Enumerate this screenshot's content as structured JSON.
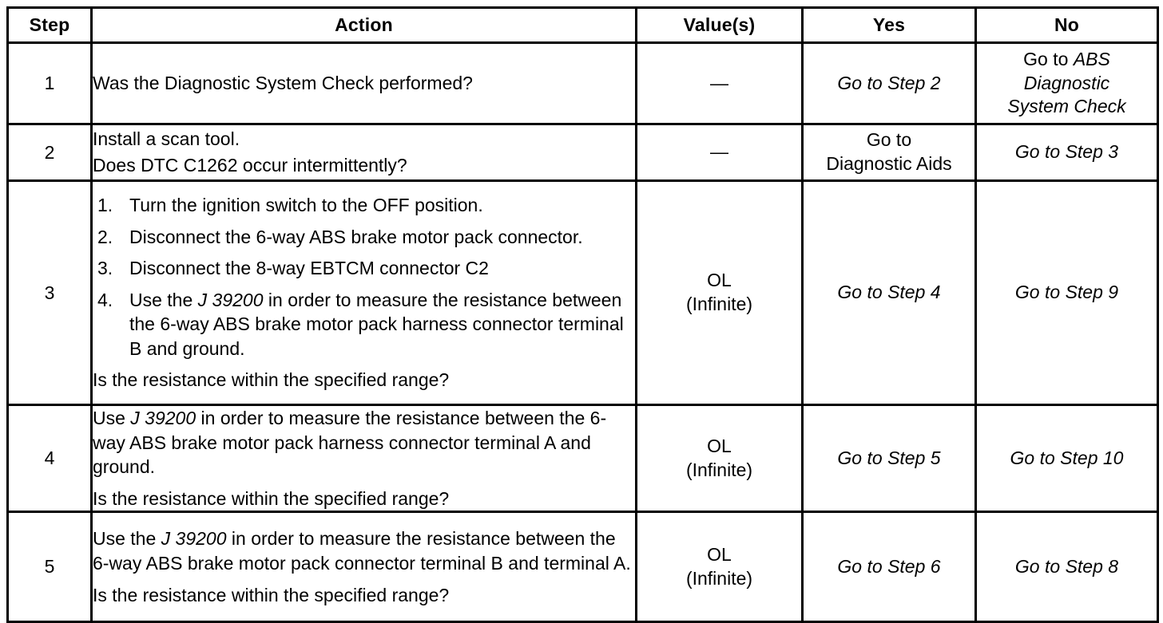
{
  "table": {
    "columns": [
      {
        "key": "step",
        "label": "Step"
      },
      {
        "key": "action",
        "label": "Action"
      },
      {
        "key": "value",
        "label": "Value(s)"
      },
      {
        "key": "yes",
        "label": "Yes"
      },
      {
        "key": "no",
        "label": "No"
      }
    ],
    "rows": [
      {
        "step": "1",
        "action": {
          "lines": [
            "Was the Diagnostic System Check performed?"
          ]
        },
        "value": {
          "lines": [
            "—"
          ]
        },
        "yes": {
          "italic_lines": [
            "Go to Step 2"
          ]
        },
        "no": {
          "lead": "Go to ",
          "italic_lines": [
            "ABS",
            "Diagnostic",
            "System Check"
          ]
        }
      },
      {
        "step": "2",
        "action": {
          "lines": [
            "Install a scan tool.",
            "Does DTC C1262 occur intermittently?"
          ]
        },
        "value": {
          "lines": [
            "—"
          ]
        },
        "yes": {
          "lines": [
            "Go to",
            "Diagnostic Aids"
          ]
        },
        "no": {
          "italic_lines": [
            "Go to Step 3"
          ]
        }
      },
      {
        "step": "3",
        "action": {
          "numbered": [
            {
              "num": "1.",
              "text": "Turn the ignition switch to the OFF position."
            },
            {
              "num": "2.",
              "text": "Disconnect the 6-way ABS brake motor pack connector."
            },
            {
              "num": "3.",
              "text": "Disconnect the 8-way EBTCM connector C2"
            },
            {
              "num": "4.",
              "pre": "Use the ",
              "tool": "J 39200",
              "post": " in order to measure the resistance between the 6-way ABS brake motor pack harness connector terminal B and ground."
            }
          ],
          "question": "Is the resistance within the specified range?"
        },
        "value": {
          "lines": [
            "OL",
            "(Infinite)"
          ]
        },
        "yes": {
          "italic_lines": [
            "Go to Step 4"
          ]
        },
        "no": {
          "italic_lines": [
            "Go to Step 9"
          ]
        }
      },
      {
        "step": "4",
        "action": {
          "pre": "Use ",
          "tool": "J 39200",
          "post": " in order to measure the resistance between the 6-way ABS brake motor pack harness connector terminal A and ground.",
          "question": "Is the resistance within the specified range?"
        },
        "value": {
          "lines": [
            "OL",
            "(Infinite)"
          ]
        },
        "yes": {
          "italic_lines": [
            "Go to Step 5"
          ]
        },
        "no": {
          "italic_lines": [
            "Go to Step 10"
          ]
        }
      },
      {
        "step": "5",
        "action": {
          "pre": "Use the ",
          "tool": "J 39200",
          "post": " in order to measure the resistance between the 6-way ABS brake motor pack connector terminal B and terminal A.",
          "question": "Is the resistance within the specified range?"
        },
        "value": {
          "lines": [
            "OL",
            "(Infinite)"
          ]
        },
        "yes": {
          "italic_lines": [
            "Go to Step 6"
          ]
        },
        "no": {
          "italic_lines": [
            "Go to Step 8"
          ]
        }
      }
    ]
  }
}
